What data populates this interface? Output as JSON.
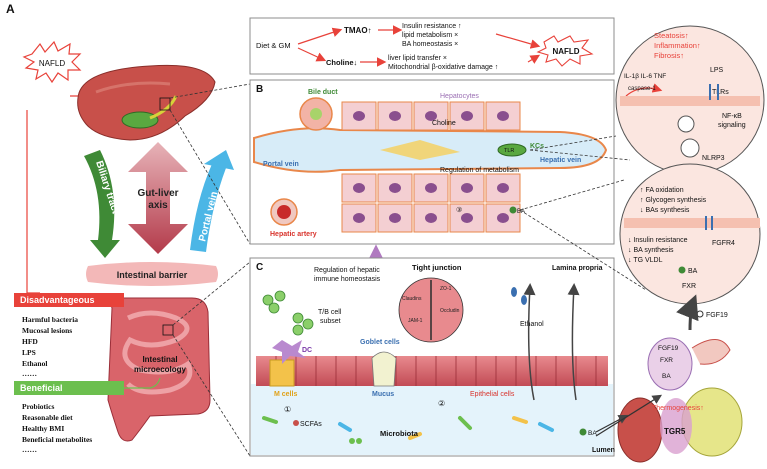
{
  "figure_label": "A",
  "left": {
    "nafld_starburst": "NAFLD",
    "biliary_tract": "Biliary tract",
    "portal_vein": "Portal vein",
    "axis_line1": "Gut-liver",
    "axis_line2": "axis",
    "intestinal_barrier": "Intestinal barrier",
    "intestinal_microecology_line1": "Intestinal",
    "intestinal_microecology_line2": "microecology",
    "disadvantageous": {
      "title": "Disadvantageous",
      "items": [
        "Harmful bacteria",
        "Mucosal lesions",
        "HFD",
        "LPS",
        "Ethanol",
        "……"
      ]
    },
    "beneficial": {
      "title": "Beneficial",
      "items": [
        "Probiotics",
        "Reasonable diet",
        "Healthy BMI",
        "Beneficial metabolites",
        "……"
      ]
    }
  },
  "top_box": {
    "diet": "Diet & GM",
    "tmao": "TMAO↑",
    "choline": "Choline↓",
    "tmao_effects": [
      "Insulin resistance ↑",
      "lipid metabolism ×",
      "BA homeostasis ×"
    ],
    "choline_effects": [
      "liver lipid transfer ×",
      "Mitochondrial  β-oxidative damage ↑"
    ],
    "nafld": "NAFLD"
  },
  "panel_b": {
    "label": "B",
    "bile_duct": "Bile duct",
    "hepatocytes": "Hepatocytes",
    "choline": "Choline",
    "portal_vein": "Portal vein",
    "kcs": "KCs",
    "hepatic_vein": "Hepatic vein",
    "tlr": "TLR",
    "regulation": "Regulation of metabolism",
    "ba": "BA",
    "hepatic_artery": "Hepatic artery",
    "step3": "③"
  },
  "panel_c": {
    "label": "C",
    "immune": [
      "Regulation of hepatic",
      "immune homeostasis"
    ],
    "tb_cell_line1": "T/B cell",
    "tb_cell_line2": "subset",
    "dc": "DC",
    "m_cells": "M cells",
    "step1": "①",
    "scfas": "SCFAs",
    "tight_junction": "Tight junction",
    "claudins": "Claudins",
    "zo1": "ZO-1",
    "occludin": "Occludin",
    "jam1": "JAM-1",
    "goblet_cells": "Goblet cells",
    "mucus": "Mucus",
    "step2": "②",
    "epithelial_cells": "Epithelial cells",
    "microbiota": "Microbiota",
    "lamina_propria": "Lamina propria",
    "ethanol": "Ethanol",
    "ba": "BA",
    "lumen": "Lumen"
  },
  "right": {
    "circle1": {
      "steatosis": "Steatosis↑",
      "inflammation": "Inflammation↑",
      "fibrosis": "Fibrosis↑",
      "cytokines": "IL-1β  IL-6 TNF",
      "caspase": "caspase-1",
      "lps": "LPS",
      "tlrs": "TLRs",
      "nfkb_line1": "NF-κB",
      "nfkb_line2": "signaling",
      "nlrp3": "NLRP3"
    },
    "circle2": {
      "fa_oxidation": "↑ FA oxidation",
      "glycogen": "↑ Glycogen synthesis",
      "bas_synthesis": "↓ BAs synthesis",
      "insulin": "↓ Insulin resistance",
      "ba_synthesis": "↓ BA synthesis",
      "tg_vldl": "↓ TG VLDL",
      "fgfr4": "FGFR4",
      "ba": "BA",
      "fxr": "FXR"
    },
    "fgf19": "FGF19",
    "ileum": {
      "fgf19": "FGF19",
      "fxr": "FXR",
      "ba": "BA"
    },
    "thermogenesis": "Thermogenesis↑",
    "tgr5": "TGR5"
  },
  "colors": {
    "red": "#e8423a",
    "liver": "#c8504a",
    "green": "#3f8a36",
    "blue": "#4bb6e6",
    "purple": "#b07ac0",
    "gray_box": "#8c8c8c"
  }
}
